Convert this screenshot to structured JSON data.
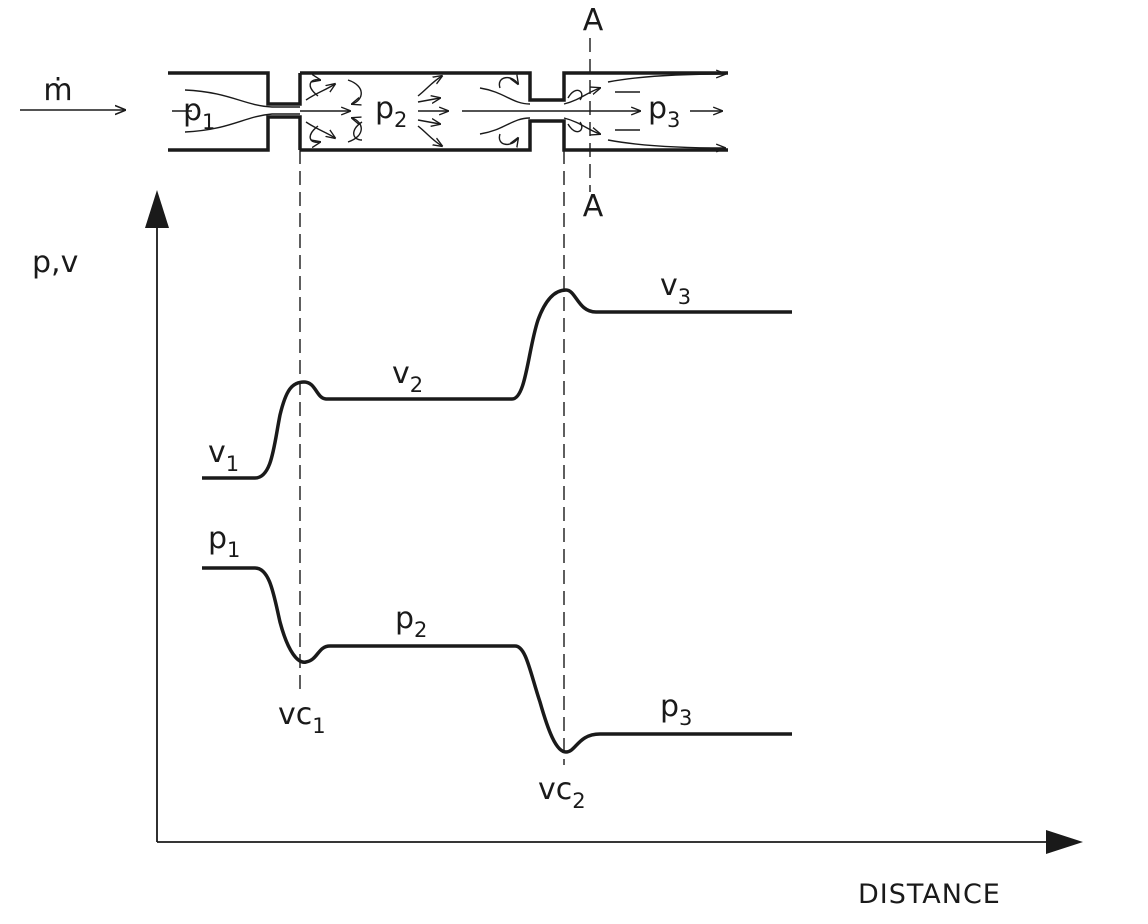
{
  "colors": {
    "ink": "#1a1a1a",
    "background": "#ffffff"
  },
  "flow": {
    "mass_flow": {
      "symbol": "ṁ"
    },
    "p1": {
      "base": "p",
      "sub": "1"
    },
    "p2": {
      "base": "p",
      "sub": "2"
    },
    "p3": {
      "base": "p",
      "sub": "3"
    },
    "section_top": "A",
    "section_bottom": "A"
  },
  "graph": {
    "y_axis_label": "p,v",
    "x_axis_label": "DISTANCE",
    "v1": {
      "base": "v",
      "sub": "1"
    },
    "v2": {
      "base": "v",
      "sub": "2"
    },
    "v3": {
      "base": "v",
      "sub": "3"
    },
    "p1": {
      "base": "p",
      "sub": "1"
    },
    "p2": {
      "base": "p",
      "sub": "2"
    },
    "p3": {
      "base": "p",
      "sub": "3"
    },
    "vc1": {
      "base": "vc",
      "sub": "1"
    },
    "vc2": {
      "base": "vc",
      "sub": "2"
    }
  }
}
